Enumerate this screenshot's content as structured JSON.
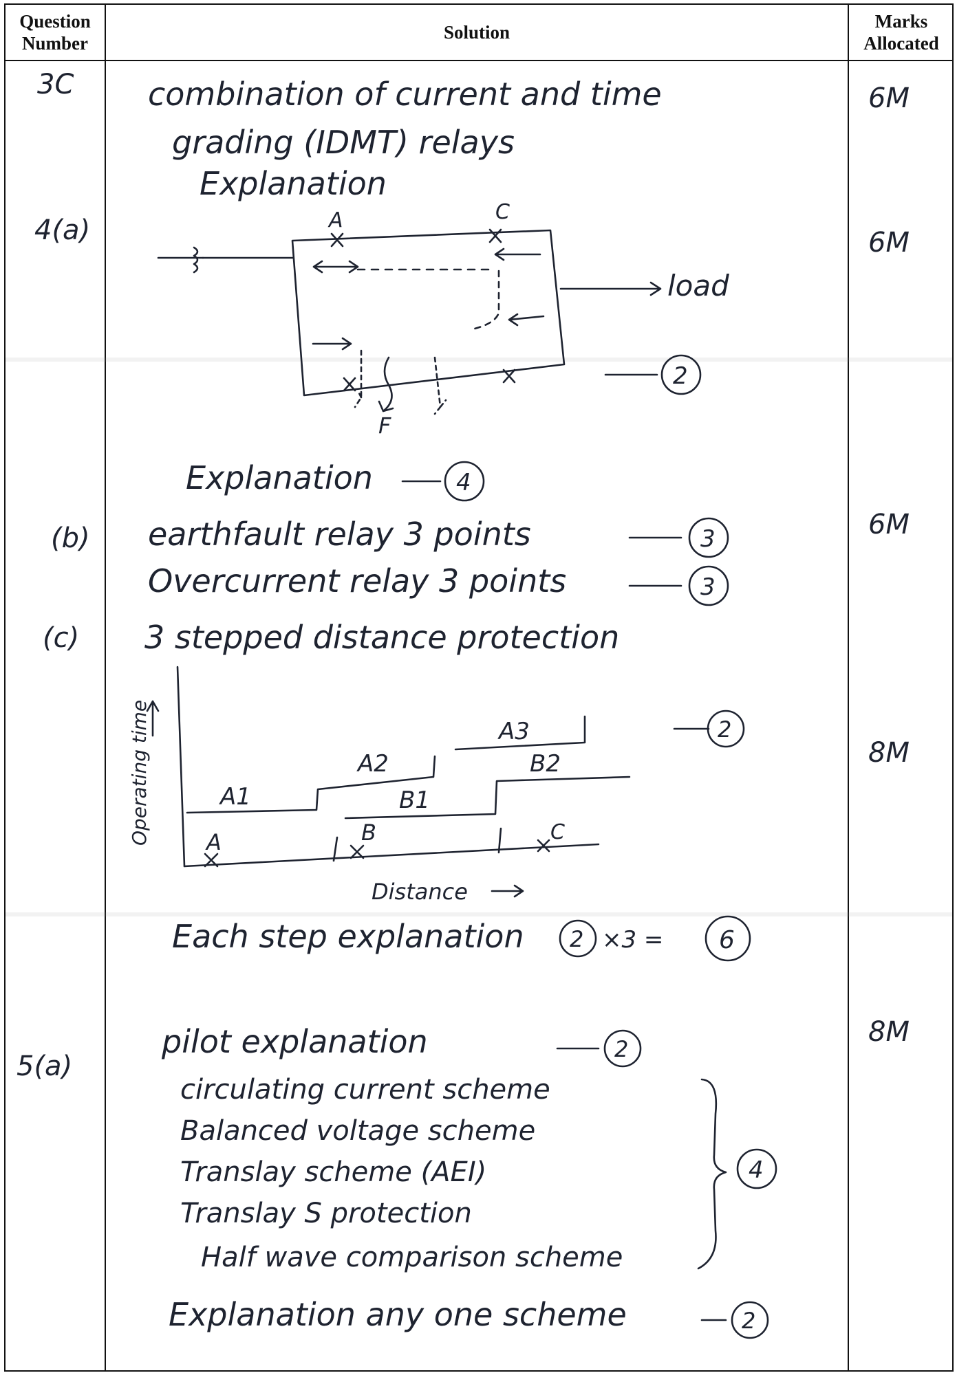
{
  "table": {
    "headers": {
      "question": "Question Number",
      "solution": "Solution",
      "marks": "Marks Allocated"
    }
  },
  "q3c": {
    "number": "3C",
    "marks": "6M",
    "lines": [
      "combination of current and time",
      "grading (IDMT) relays",
      "Explanation"
    ]
  },
  "q4a": {
    "number": "4(a)",
    "marks": "6M",
    "diagram": {
      "label_A": "A",
      "label_C": "C",
      "label_F": "F",
      "load": "load",
      "mark": "2"
    },
    "explanation": "Explanation",
    "explanation_mark": "4"
  },
  "q4b": {
    "number": "(b)",
    "marks": "6M",
    "lines": [
      {
        "text": "earthfault relay 3 points",
        "mark": "3"
      },
      {
        "text": "Overcurrent relay 3 points",
        "mark": "3"
      }
    ]
  },
  "q4c": {
    "number": "(c)",
    "marks": "8M",
    "title": "3 stepped distance protection",
    "graph": {
      "ylabel": "Operating time",
      "xlabel": "Distance",
      "zones": [
        "A1",
        "A2",
        "A3",
        "B1",
        "B2"
      ],
      "points": [
        "A",
        "B",
        "C"
      ],
      "mark": "2"
    },
    "step_text": "Each step explanation",
    "step_mark": "2",
    "step_mult": "×3 =",
    "step_total": "6"
  },
  "q5a": {
    "number": "5(a)",
    "marks": "8M",
    "pilot": "pilot explanation",
    "pilot_mark": "2",
    "schemes": [
      "circulating current scheme",
      "Balanced voltage scheme",
      "Translay scheme (AEI)",
      "Translay S protection",
      "Half wave comparison scheme"
    ],
    "schemes_mark": "4",
    "final": "Explanation any one scheme",
    "final_mark": "2"
  }
}
